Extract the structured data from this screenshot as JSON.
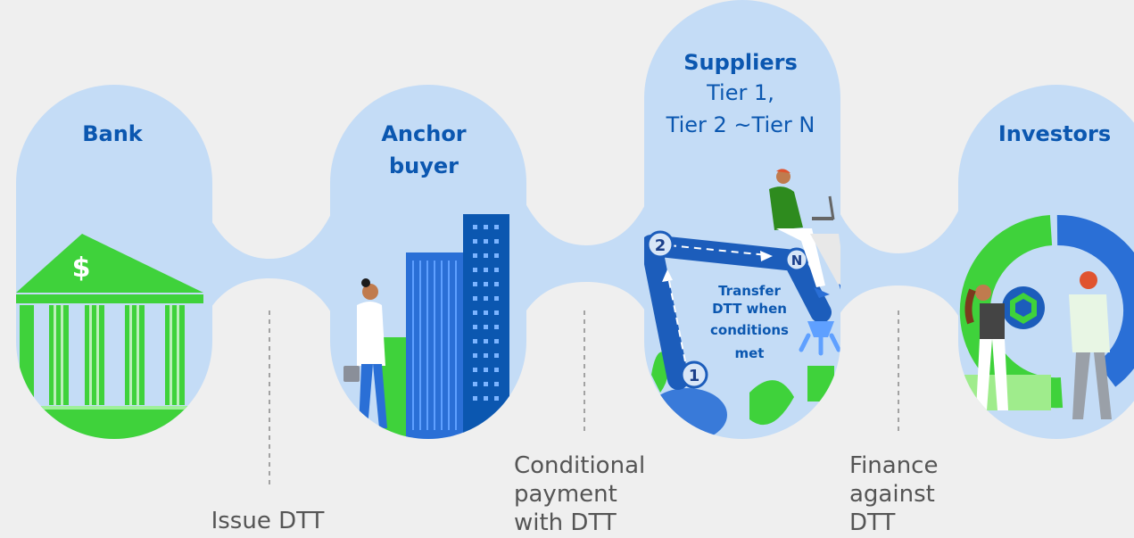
{
  "nodes": {
    "bank": {
      "title": "Bank"
    },
    "anchor": {
      "title_line1": "Anchor",
      "title_line2": "buyer"
    },
    "suppliers": {
      "title": "Suppliers",
      "sub_line1": "Tier 1,",
      "sub_line2": "Tier 2 ~Tier N"
    },
    "investors": {
      "title": "Investors"
    }
  },
  "bank_symbol": "$",
  "steps": {
    "issue": {
      "line1": "Issue DTT"
    },
    "conditional": {
      "line1": "Conditional",
      "line2": "payment",
      "line3": "with DTT"
    },
    "finance": {
      "line1": "Finance",
      "line2": "against",
      "line3": "DTT"
    }
  },
  "transfer": {
    "line1": "Transfer",
    "line2": "DTT when",
    "line3": "conditions",
    "line4": "met"
  },
  "tiers": {
    "first": "1",
    "second": "2",
    "last": "N"
  },
  "colors": {
    "background": "#efefef",
    "shape_fill": "#c4dcf6",
    "brand_blue": "#0b57b0",
    "bright_green": "#3fd23b",
    "mid_blue": "#2a6fd6"
  }
}
